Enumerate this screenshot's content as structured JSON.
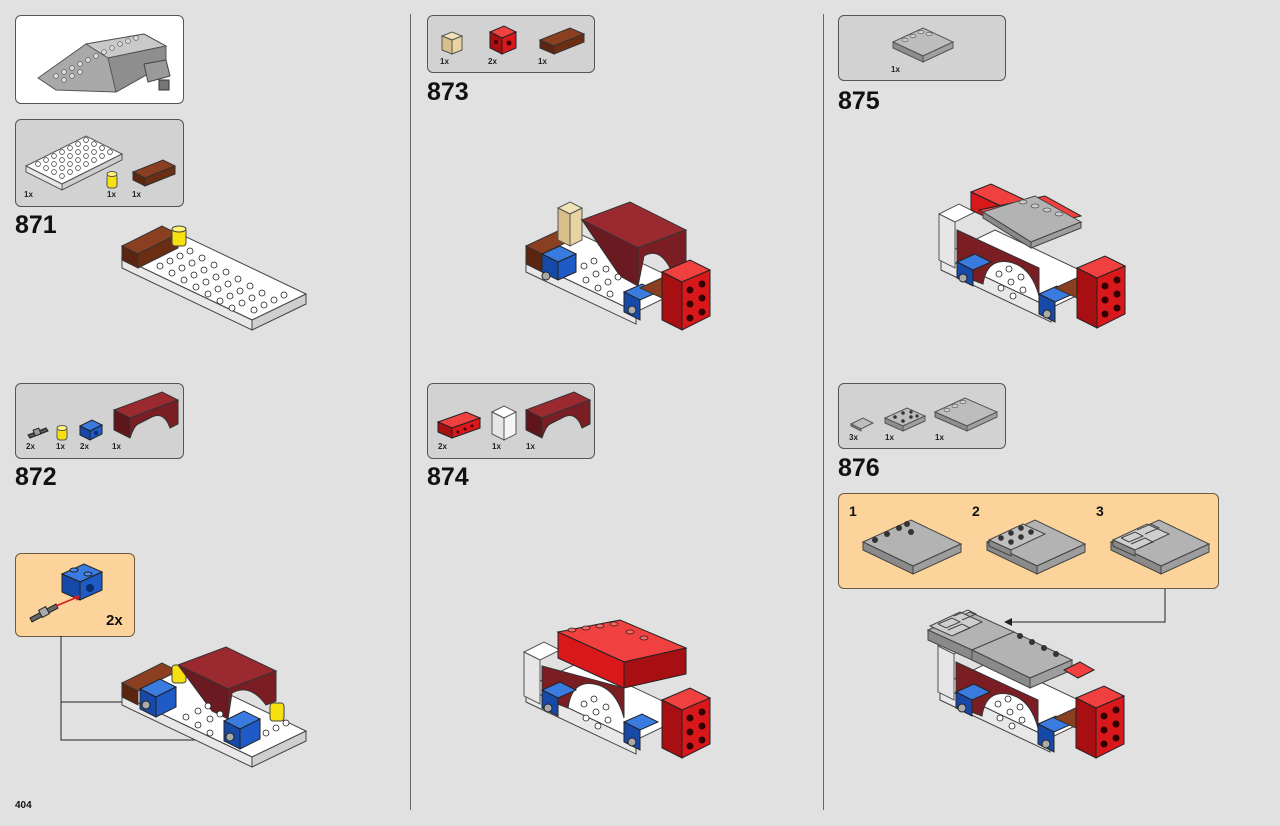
{
  "page_number": "404",
  "columns": {
    "left": {
      "preview_box": {},
      "step_871": {
        "number": "871",
        "parts": [
          {
            "qty": "1x",
            "icon": "white-plate-6x10-icon"
          },
          {
            "qty": "1x",
            "icon": "yellow-round-brick-icon"
          },
          {
            "qty": "1x",
            "icon": "brown-brick-1x4-icon"
          }
        ]
      },
      "step_872": {
        "number": "872",
        "parts": [
          {
            "qty": "2x",
            "icon": "gray-axle-pin-icon"
          },
          {
            "qty": "1x",
            "icon": "yellow-round-brick-icon"
          },
          {
            "qty": "2x",
            "icon": "blue-technic-brick-icon"
          },
          {
            "qty": "1x",
            "icon": "dark-red-arch-icon"
          }
        ],
        "callout_multiplier": "2x"
      }
    },
    "middle": {
      "step_873": {
        "number": "873",
        "parts": [
          {
            "qty": "1x",
            "icon": "tan-brick-icon"
          },
          {
            "qty": "2x",
            "icon": "red-technic-brick-icon"
          },
          {
            "qty": "1x",
            "icon": "brown-brick-1x4-icon"
          }
        ]
      },
      "step_874": {
        "number": "874",
        "parts": [
          {
            "qty": "2x",
            "icon": "red-technic-brick-1x4-icon"
          },
          {
            "qty": "1x",
            "icon": "white-brick-icon"
          },
          {
            "qty": "1x",
            "icon": "dark-red-arch-icon"
          }
        ]
      }
    },
    "right": {
      "step_875": {
        "number": "875",
        "parts": [
          {
            "qty": "1x",
            "icon": "gray-tile-4x4-icon"
          }
        ]
      },
      "step_876": {
        "number": "876",
        "parts": [
          {
            "qty": "3x",
            "icon": "gray-tile-1x2-icon"
          },
          {
            "qty": "1x",
            "icon": "gray-plate-2x4-icon"
          },
          {
            "qty": "1x",
            "icon": "gray-tile-4x4-icon"
          }
        ],
        "substeps": [
          "1",
          "2",
          "3"
        ]
      }
    }
  },
  "colors": {
    "page_bg": "#e1e1e1",
    "parts_box_bg": "#d2d2d2",
    "callout_bg": "#fcd49b",
    "brick_white": "#ffffff",
    "brick_red": "#d9181c",
    "brick_dark_red": "#7a1e24",
    "brick_brown": "#6b2e12",
    "brick_blue": "#1e5bc6",
    "brick_yellow": "#f6e00f",
    "brick_tan": "#e8d3a1",
    "brick_gray": "#a7a7a7"
  }
}
